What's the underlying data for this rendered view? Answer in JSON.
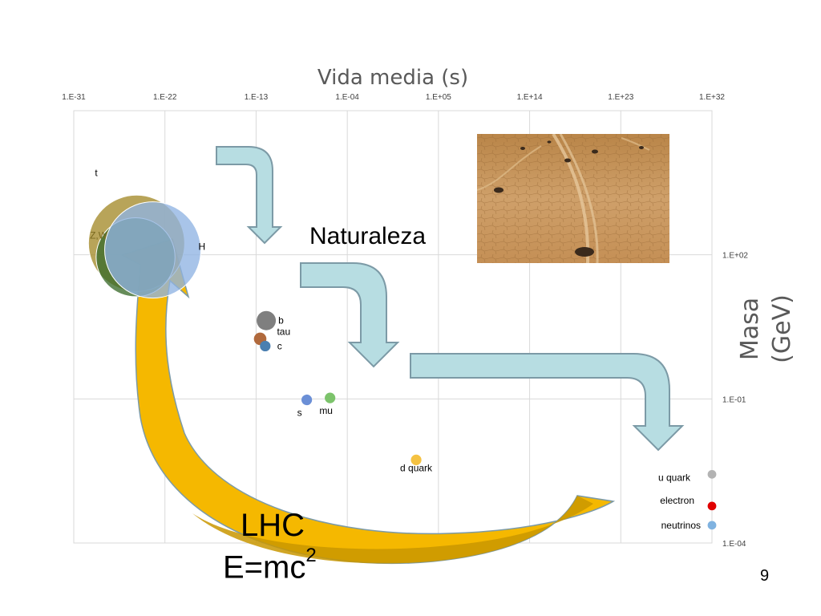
{
  "slide": {
    "caption_naturaleza": "Naturaleza",
    "caption_lhc": "LHC",
    "caption_equation": "E=mc",
    "caption_equation_exp": "2",
    "page_number": "9"
  },
  "colors": {
    "arrow_light": "#b7dde2",
    "arrow_outline": "#7c9aa6",
    "arrow_gold": "#f5b800",
    "arrow_gold_dark": "#c99600",
    "gridline": "#d9d9d9",
    "desert_sand": "#c9955a"
  },
  "chart_data": {
    "type": "bubble",
    "title": "Vida media (s)",
    "xlabel": "Vida media (s)",
    "ylabel": "Masa (GeV)",
    "x_scale": "log",
    "y_scale": "log",
    "x_ticks": [
      "1.E-31",
      "1.E-22",
      "1.E-13",
      "1.E-04",
      "1.E+05",
      "1.E+14",
      "1.E+23",
      "1.E+32"
    ],
    "x_tick_exponents": [
      -31,
      -22,
      -13,
      -4,
      5,
      14,
      23,
      32
    ],
    "y_ticks": [
      "1.E+02",
      "1.E-01",
      "1.E-04"
    ],
    "y_tick_exponents": [
      2,
      -1,
      -4
    ],
    "xlim_exp": [
      -31,
      32
    ],
    "ylim_exp": [
      -4,
      5
    ],
    "grid": true,
    "points": [
      {
        "label": "t",
        "x_exp": -24.8,
        "y_exp": 2.24,
        "size": 1.0,
        "color": "#a48a2a"
      },
      {
        "label": "Z,W",
        "x_exp": -24.9,
        "y_exp": 1.95,
        "size": 0.82,
        "color": "#3b6b2c"
      },
      {
        "label": "H",
        "x_exp": -23.2,
        "y_exp": 2.1,
        "size": 1.0,
        "color": "#8fb4e3"
      },
      {
        "label": "b",
        "x_exp": -12.0,
        "y_exp": 0.63,
        "size": 0.2,
        "color": "#7f7f7f"
      },
      {
        "label": "tau",
        "x_exp": -12.6,
        "y_exp": 0.25,
        "size": 0.13,
        "color": "#b0693c"
      },
      {
        "label": "c",
        "x_exp": -12.1,
        "y_exp": 0.1,
        "size": 0.11,
        "color": "#4a7fb0"
      },
      {
        "label": "s",
        "x_exp": -8.0,
        "y_exp": -1.02,
        "size": 0.11,
        "color": "#6b8fd6"
      },
      {
        "label": "mu",
        "x_exp": -5.7,
        "y_exp": -0.98,
        "size": 0.11,
        "color": "#7cc36b"
      },
      {
        "label": "d quark",
        "x_exp": 2.8,
        "y_exp": -2.27,
        "size": 0.11,
        "color": "#f5c242"
      },
      {
        "label": "u quark",
        "x_exp": 32.0,
        "y_exp": -2.57,
        "size": 0.09,
        "color": "#b3b3b3"
      },
      {
        "label": "electron",
        "x_exp": 32.0,
        "y_exp": -3.23,
        "size": 0.09,
        "color": "#e00000"
      },
      {
        "label": "neutrinos",
        "x_exp": 32.0,
        "y_exp": -3.63,
        "size": 0.09,
        "color": "#7fb2e0"
      }
    ]
  }
}
